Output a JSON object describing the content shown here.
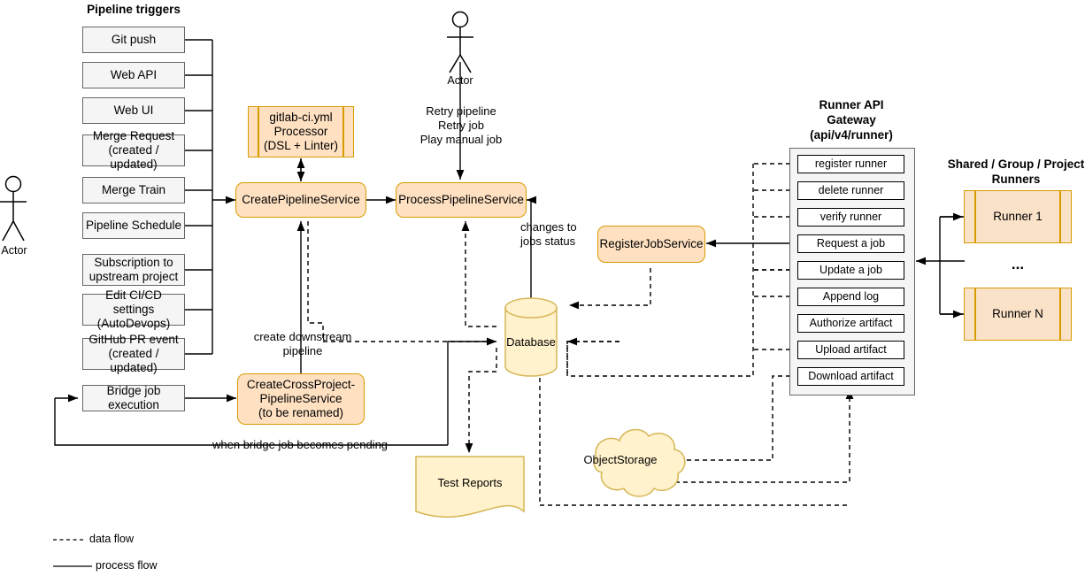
{
  "diagram": {
    "title": "GitLab CI/CD pipeline architecture",
    "colors": {
      "service_fill": "#ffe1c2",
      "service_stroke": "#d79b00",
      "trigger_fill": "#f5f5f5",
      "trigger_stroke": "#666666",
      "store_fill": "#fff2cc",
      "store_stroke": "#d6b656",
      "line": "#000000"
    }
  },
  "triggers": {
    "heading": "Pipeline triggers",
    "items": [
      {
        "label": "Git push"
      },
      {
        "label": "Web API"
      },
      {
        "label": "Web UI"
      },
      {
        "label": "Merge Request\n(created / updated)"
      },
      {
        "label": "Merge Train"
      },
      {
        "label": "Pipeline Schedule"
      },
      {
        "label": "Subscription to\nupstream project"
      },
      {
        "label": "Edit CI/CD settings\n(AutoDevops)"
      },
      {
        "label": "GitHub PR event\n(created / updated)"
      }
    ],
    "bridge": {
      "label": "Bridge job execution"
    }
  },
  "actors": [
    {
      "name": "actor-left",
      "caption": "Actor"
    },
    {
      "name": "actor-top",
      "caption": "Actor"
    }
  ],
  "services": {
    "yml_processor": {
      "label": "gitlab-ci.yml\nProcessor\n(DSL + Linter)"
    },
    "create_pipeline": {
      "label": "CreatePipelineService"
    },
    "process_pipeline": {
      "label": "ProcessPipelineService"
    },
    "register_job": {
      "label": "RegisterJobService"
    },
    "cross_project": {
      "label": "CreateCrossProject-\nPipelineService\n(to be renamed)"
    }
  },
  "stores": {
    "database": {
      "label": "Database"
    },
    "test_reports": {
      "label": "Test Reports"
    },
    "object_storage": {
      "label": "ObjectStorage"
    }
  },
  "gateway": {
    "title": "Runner API\nGateway\n(api/v4/runner)",
    "endpoints": [
      {
        "label": "register runner"
      },
      {
        "label": "delete runner"
      },
      {
        "label": "verify runner"
      },
      {
        "label": "Request a job"
      },
      {
        "label": "Update a job"
      },
      {
        "label": "Append log"
      },
      {
        "label": "Authorize artifact"
      },
      {
        "label": "Upload artifact"
      },
      {
        "label": "Download artifact"
      }
    ]
  },
  "runners": {
    "title": "Shared / Group / Project\nRunners",
    "items": [
      {
        "label": "Runner 1"
      },
      {
        "label": "Runner N"
      }
    ],
    "ellipsis": "..."
  },
  "edge_labels": {
    "retry": "Retry pipeline\nRetry job\nPlay manual job",
    "changes_to_jobs": "changes to\njobs status",
    "create_downstream": "create downstream\npipeline",
    "bridge_pending": "when bridge job becomes pending"
  },
  "legend": {
    "data_flow": "data flow",
    "process_flow": "process flow"
  }
}
